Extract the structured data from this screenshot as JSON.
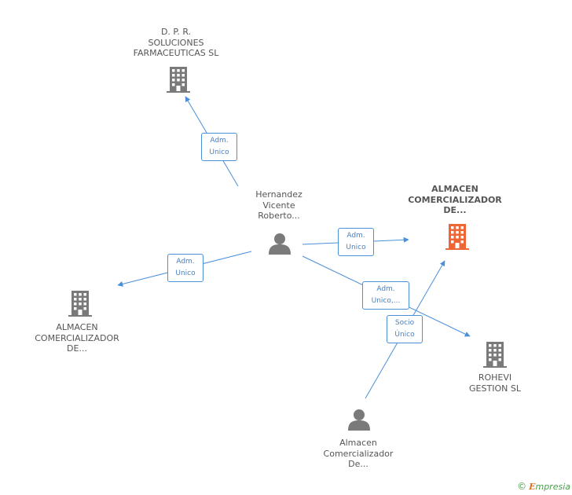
{
  "colors": {
    "edge": "#4a90d9",
    "company_icon": "#7a7a7a",
    "company_icon_highlight": "#ee6633",
    "person_icon": "#7a7a7a"
  },
  "nodes": {
    "dpr": {
      "label": [
        "D. P. R.",
        "SOLUCIONES",
        "FARMACEUTICAS SL"
      ],
      "icon": "building-icon"
    },
    "hernandez": {
      "label": [
        "Hernandez",
        "Vicente",
        "Roberto..."
      ],
      "icon": "person-icon"
    },
    "almacen_main": {
      "label": [
        "ALMACEN",
        "COMERCIALIZADOR",
        "DE..."
      ],
      "icon": "building-icon"
    },
    "almacen_left": {
      "label": [
        "ALMACEN",
        "COMERCIALIZADOR",
        "DE..."
      ],
      "icon": "building-icon"
    },
    "rohevi": {
      "label": [
        "ROHEVI",
        "GESTION SL"
      ],
      "icon": "building-icon"
    },
    "almacen_person": {
      "label": [
        "Almacen",
        "Comercializador",
        "De..."
      ],
      "icon": "person-icon"
    }
  },
  "edges": {
    "to_dpr": {
      "label": [
        "Adm.",
        "Unico"
      ]
    },
    "to_main": {
      "label": [
        "Adm.",
        "Unico"
      ]
    },
    "to_left": {
      "label": [
        "Adm.",
        "Unico"
      ]
    },
    "to_rohevi": {
      "label": [
        "Adm.",
        "Unico,..."
      ]
    },
    "socio": {
      "label": [
        "Socio",
        "Único"
      ]
    }
  },
  "footer": {
    "copyright": "©",
    "brand_initial": "E",
    "brand_rest": "mpresia"
  }
}
